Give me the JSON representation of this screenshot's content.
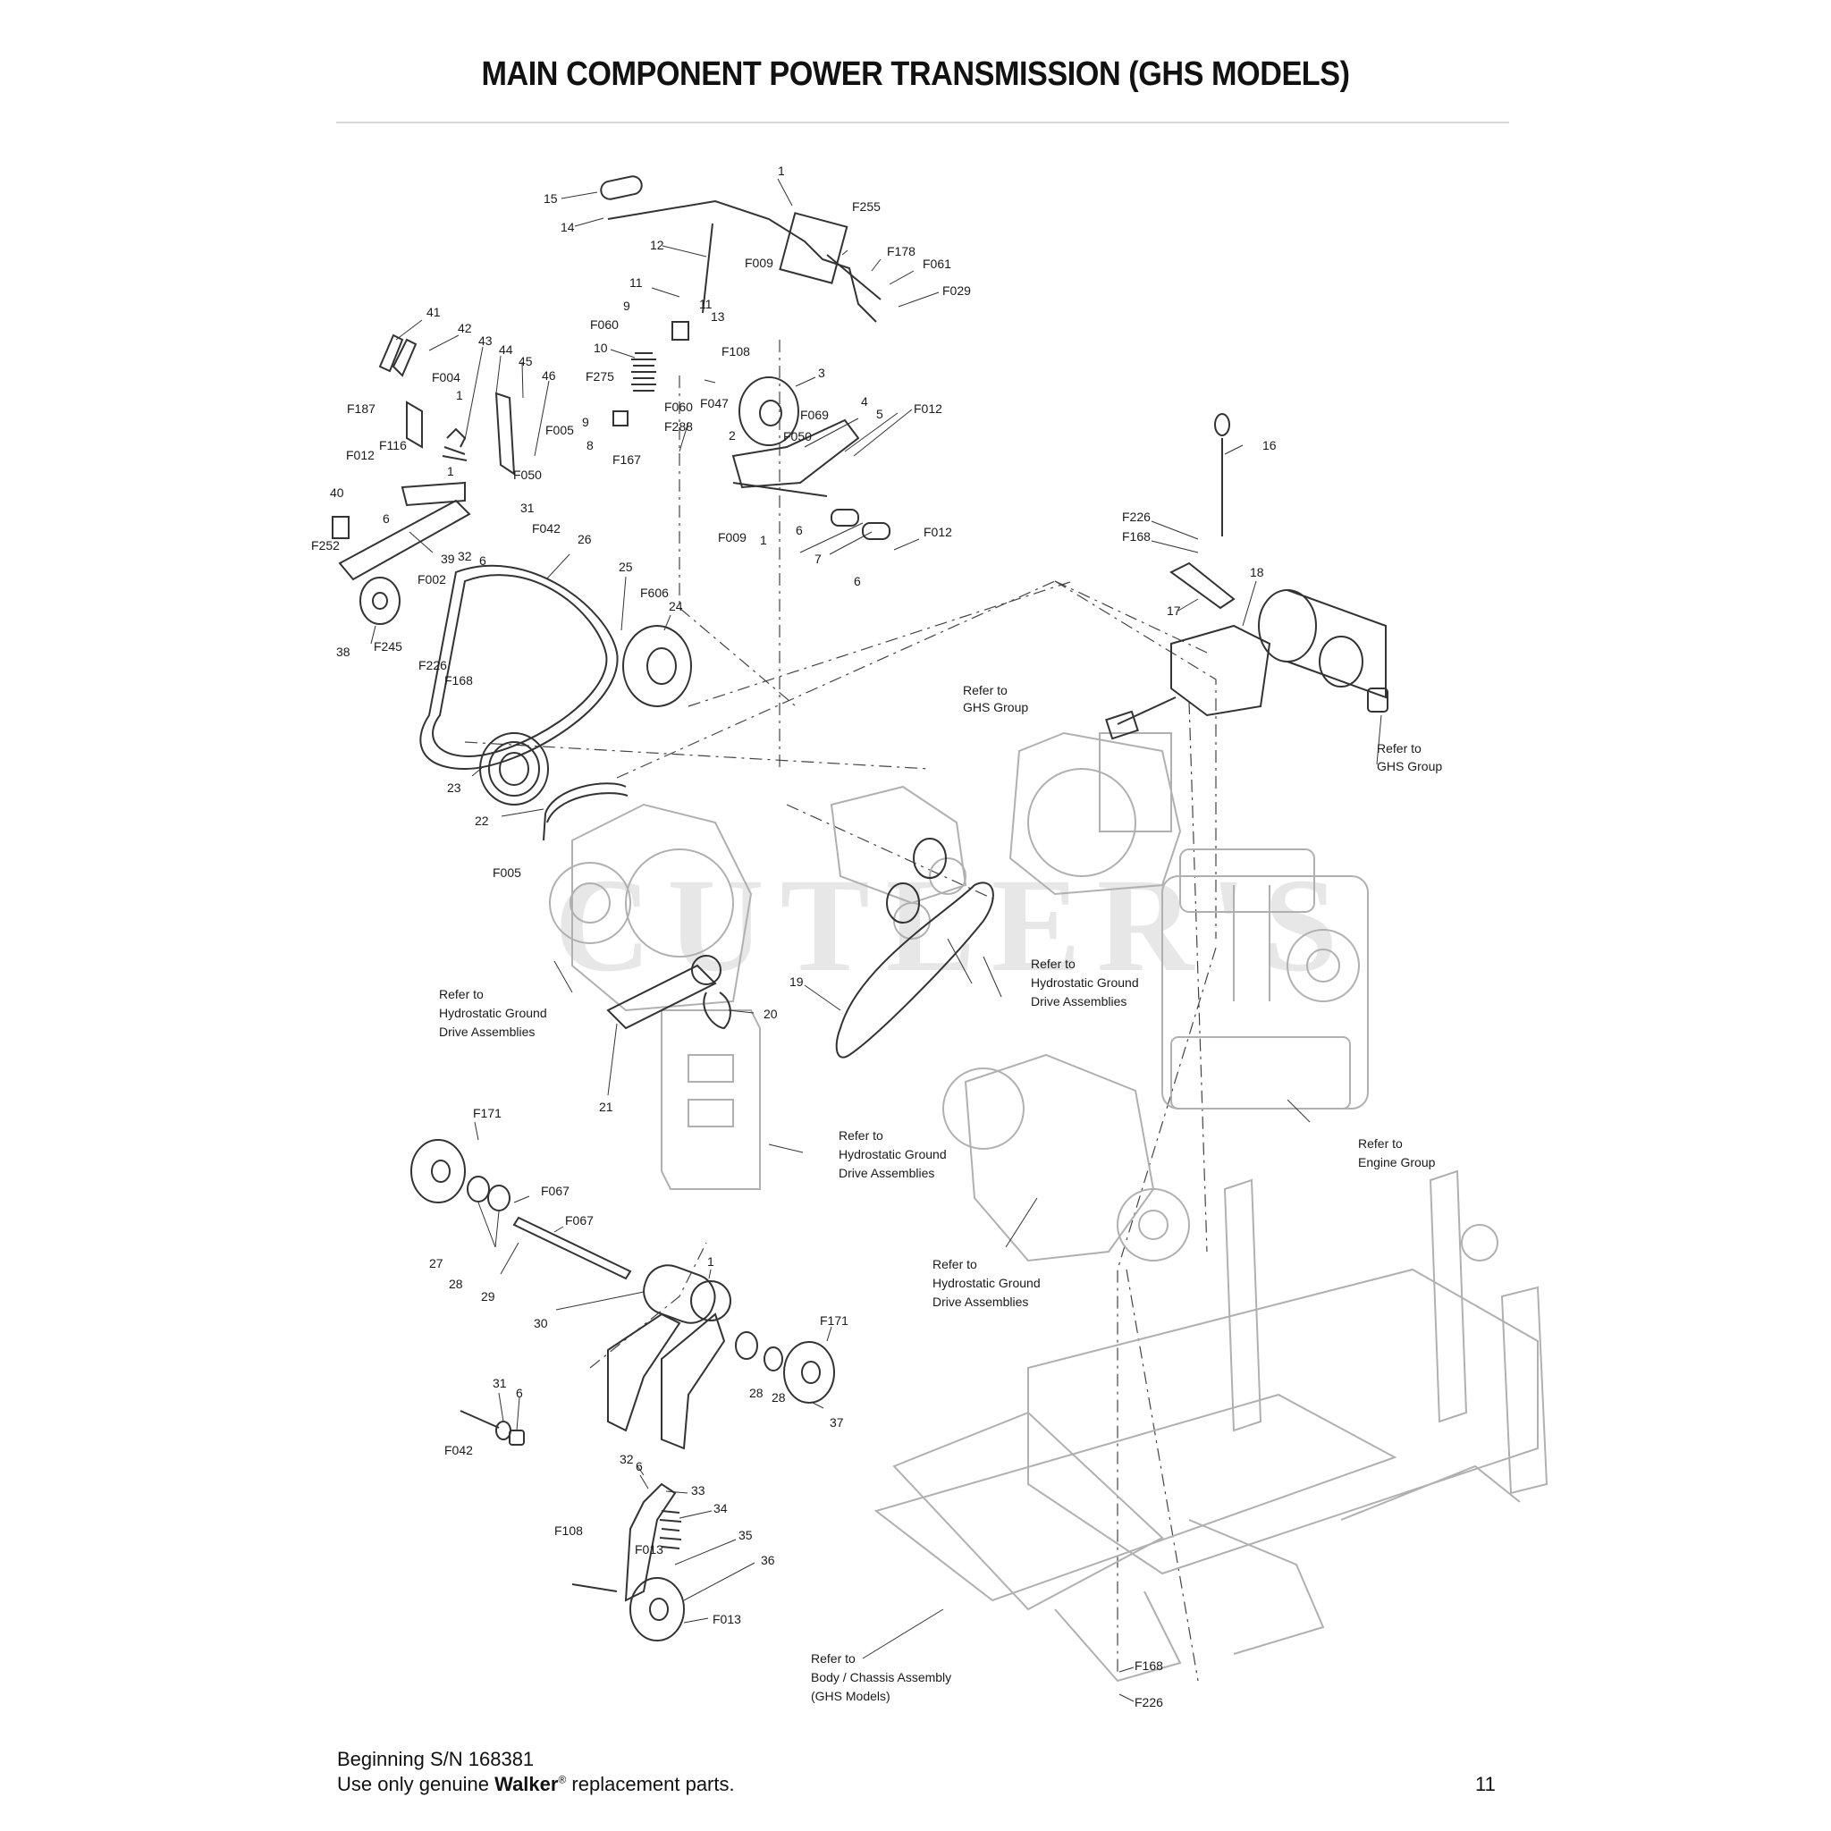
{
  "title": "MAIN COMPONENT POWER TRANSMISSION (GHS MODELS)",
  "watermark": "CUTLER'S",
  "callouts": [
    {
      "id": "c-15",
      "text": "15"
    },
    {
      "id": "c-14",
      "text": "14"
    },
    {
      "id": "c-1a",
      "text": "1"
    },
    {
      "id": "c-F255",
      "text": "F255"
    },
    {
      "id": "c-12",
      "text": "12"
    },
    {
      "id": "c-F009a",
      "text": "F009"
    },
    {
      "id": "c-F178",
      "text": "F178"
    },
    {
      "id": "c-F061",
      "text": "F061"
    },
    {
      "id": "c-F029",
      "text": "F029"
    },
    {
      "id": "c-11a",
      "text": "11"
    },
    {
      "id": "c-9a",
      "text": "9"
    },
    {
      "id": "c-11b",
      "text": "11"
    },
    {
      "id": "c-13",
      "text": "13"
    },
    {
      "id": "c-F060a",
      "text": "F060"
    },
    {
      "id": "c-10",
      "text": "10"
    },
    {
      "id": "c-F108a",
      "text": "F108"
    },
    {
      "id": "c-41",
      "text": "41"
    },
    {
      "id": "c-42",
      "text": "42"
    },
    {
      "id": "c-43",
      "text": "43"
    },
    {
      "id": "c-44",
      "text": "44"
    },
    {
      "id": "c-45",
      "text": "45"
    },
    {
      "id": "c-F004",
      "text": "F004"
    },
    {
      "id": "c-F275",
      "text": "F275"
    },
    {
      "id": "c-3",
      "text": "3"
    },
    {
      "id": "c-46",
      "text": "46"
    },
    {
      "id": "c-1b",
      "text": "1"
    },
    {
      "id": "c-F187",
      "text": "F187"
    },
    {
      "id": "c-F060b",
      "text": "F060"
    },
    {
      "id": "c-F047",
      "text": "F047"
    },
    {
      "id": "c-4",
      "text": "4"
    },
    {
      "id": "c-5",
      "text": "5"
    },
    {
      "id": "c-F012a",
      "text": "F012"
    },
    {
      "id": "c-F069",
      "text": "F069"
    },
    {
      "id": "c-9b",
      "text": "9"
    },
    {
      "id": "c-F288",
      "text": "F288"
    },
    {
      "id": "c-2",
      "text": "2"
    },
    {
      "id": "c-F005a",
      "text": "F005"
    },
    {
      "id": "c-F050a",
      "text": "F050"
    },
    {
      "id": "c-8",
      "text": "8"
    },
    {
      "id": "c-F116",
      "text": "F116"
    },
    {
      "id": "c-F012b",
      "text": "F012"
    },
    {
      "id": "c-F167",
      "text": "F167"
    },
    {
      "id": "c-16",
      "text": "16"
    },
    {
      "id": "c-F050b",
      "text": "F050"
    },
    {
      "id": "c-1c",
      "text": "1"
    },
    {
      "id": "c-40",
      "text": "40"
    },
    {
      "id": "c-6a",
      "text": "6"
    },
    {
      "id": "c-31a",
      "text": "31"
    },
    {
      "id": "c-F226a",
      "text": "F226"
    },
    {
      "id": "c-F168a",
      "text": "F168"
    },
    {
      "id": "c-F042a",
      "text": "F042"
    },
    {
      "id": "c-6b",
      "text": "6"
    },
    {
      "id": "c-F012c",
      "text": "F012"
    },
    {
      "id": "c-F009b",
      "text": "F009"
    },
    {
      "id": "c-1d",
      "text": "1"
    },
    {
      "id": "c-F252",
      "text": "F252"
    },
    {
      "id": "c-32a",
      "text": "32"
    },
    {
      "id": "c-6c",
      "text": "6"
    },
    {
      "id": "c-26",
      "text": "26"
    },
    {
      "id": "c-7",
      "text": "7"
    },
    {
      "id": "c-39",
      "text": "39"
    },
    {
      "id": "c-F002",
      "text": "F002"
    },
    {
      "id": "c-25",
      "text": "25"
    },
    {
      "id": "c-6d",
      "text": "6"
    },
    {
      "id": "c-18",
      "text": "18"
    },
    {
      "id": "c-F606",
      "text": "F606"
    },
    {
      "id": "c-24",
      "text": "24"
    },
    {
      "id": "c-17",
      "text": "17"
    },
    {
      "id": "c-38",
      "text": "38"
    },
    {
      "id": "c-F245",
      "text": "F245"
    },
    {
      "id": "c-F226b",
      "text": "F226"
    },
    {
      "id": "c-F168b",
      "text": "F168"
    },
    {
      "id": "c-23",
      "text": "23"
    },
    {
      "id": "c-22",
      "text": "22"
    },
    {
      "id": "c-F005b",
      "text": "F005"
    },
    {
      "id": "c-19",
      "text": "19"
    },
    {
      "id": "c-20",
      "text": "20"
    },
    {
      "id": "c-21",
      "text": "21"
    },
    {
      "id": "c-F171a",
      "text": "F171"
    },
    {
      "id": "c-F067a",
      "text": "F067"
    },
    {
      "id": "c-F067b",
      "text": "F067"
    },
    {
      "id": "c-27",
      "text": "27"
    },
    {
      "id": "c-28a",
      "text": "28"
    },
    {
      "id": "c-29",
      "text": "29"
    },
    {
      "id": "c-1e",
      "text": "1"
    },
    {
      "id": "c-30",
      "text": "30"
    },
    {
      "id": "c-F171b",
      "text": "F171"
    },
    {
      "id": "c-31b",
      "text": "31"
    },
    {
      "id": "c-6e",
      "text": "6"
    },
    {
      "id": "c-28b",
      "text": "28"
    },
    {
      "id": "c-28c",
      "text": "28"
    },
    {
      "id": "c-37",
      "text": "37"
    },
    {
      "id": "c-F042b",
      "text": "F042"
    },
    {
      "id": "c-32b",
      "text": "32"
    },
    {
      "id": "c-6f",
      "text": "6"
    },
    {
      "id": "c-33",
      "text": "33"
    },
    {
      "id": "c-34",
      "text": "34"
    },
    {
      "id": "c-F108b",
      "text": "F108"
    },
    {
      "id": "c-35",
      "text": "35"
    },
    {
      "id": "c-F013a",
      "text": "F013"
    },
    {
      "id": "c-36",
      "text": "36"
    },
    {
      "id": "c-F013b",
      "text": "F013"
    },
    {
      "id": "c-F168c",
      "text": "F168"
    },
    {
      "id": "c-F226c",
      "text": "F226"
    }
  ],
  "references": [
    {
      "id": "r-ghs-1",
      "lines": [
        "Refer to",
        "GHS Group"
      ]
    },
    {
      "id": "r-ghs-2",
      "lines": [
        "Refer to",
        "GHS Group"
      ]
    },
    {
      "id": "r-hydro-1",
      "lines": [
        "Refer to",
        "Hydrostatic Ground",
        "Drive Assemblies"
      ]
    },
    {
      "id": "r-hydro-2",
      "lines": [
        "Refer to",
        "Hydrostatic Ground",
        "Drive Assemblies"
      ]
    },
    {
      "id": "r-hydro-3",
      "lines": [
        "Refer to",
        "Hydrostatic Ground",
        "Drive Assemblies"
      ]
    },
    {
      "id": "r-hydro-4",
      "lines": [
        "Refer to",
        "Hydrostatic Ground",
        "Drive Assemblies"
      ]
    },
    {
      "id": "r-engine",
      "lines": [
        "Refer to",
        "Engine Group"
      ]
    },
    {
      "id": "r-body",
      "lines": [
        "Refer to",
        "Body / Chassis Assembly",
        "(GHS Models)"
      ]
    }
  ],
  "footer": {
    "serial": "Beginning S/N 168381",
    "note_prefix": "Use only genuine ",
    "brand": "Walker",
    "registered": "®",
    "note_suffix": " replacement parts.",
    "page_number": "11"
  }
}
